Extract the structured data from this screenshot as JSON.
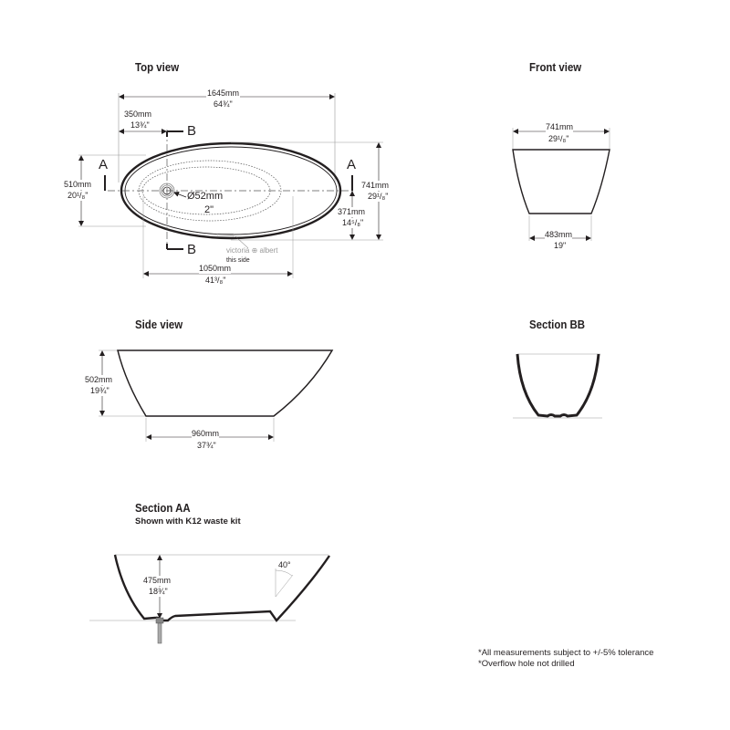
{
  "top_view": {
    "title": "Top view",
    "overall_length_mm": "1645mm",
    "overall_length_in": "64¾\"",
    "section_offset_mm": "350mm",
    "section_offset_in": "13¾\"",
    "width_mm": "510mm",
    "width_in": "20¹/₈\"",
    "outer_width_mm": "741mm",
    "outer_width_in": "29¹/₈\"",
    "half_width_mm": "371mm",
    "half_width_in": "14⁵/₈\"",
    "waste_dia_mm": "Ø52mm",
    "waste_dia_in": "2\"",
    "inner_length_mm": "1050mm",
    "inner_length_in": "41³/₈\"",
    "section_a_label": "A",
    "section_b_label": "B",
    "brand_text": "victoria ⊕ albert",
    "brand_note": "this side"
  },
  "front_view": {
    "title": "Front view",
    "top_width_mm": "741mm",
    "top_width_in": "29¹/₈\"",
    "base_width_mm": "483mm",
    "base_width_in": "19\""
  },
  "side_view": {
    "title": "Side view",
    "height_mm": "502mm",
    "height_in": "19¾\"",
    "base_length_mm": "960mm",
    "base_length_in": "37¾\""
  },
  "section_bb": {
    "title": "Section BB"
  },
  "section_aa": {
    "title": "Section AA",
    "subtitle": "Shown with K12 waste kit",
    "depth_mm": "475mm",
    "depth_in": "18¾\"",
    "angle": "40°"
  },
  "notes": [
    "*All measurements subject to +/-5% tolerance",
    "*Overflow hole not drilled"
  ],
  "colors": {
    "line": "#231f20",
    "dim_line": "#8a8a8a",
    "brand": "#9a9a9a"
  }
}
